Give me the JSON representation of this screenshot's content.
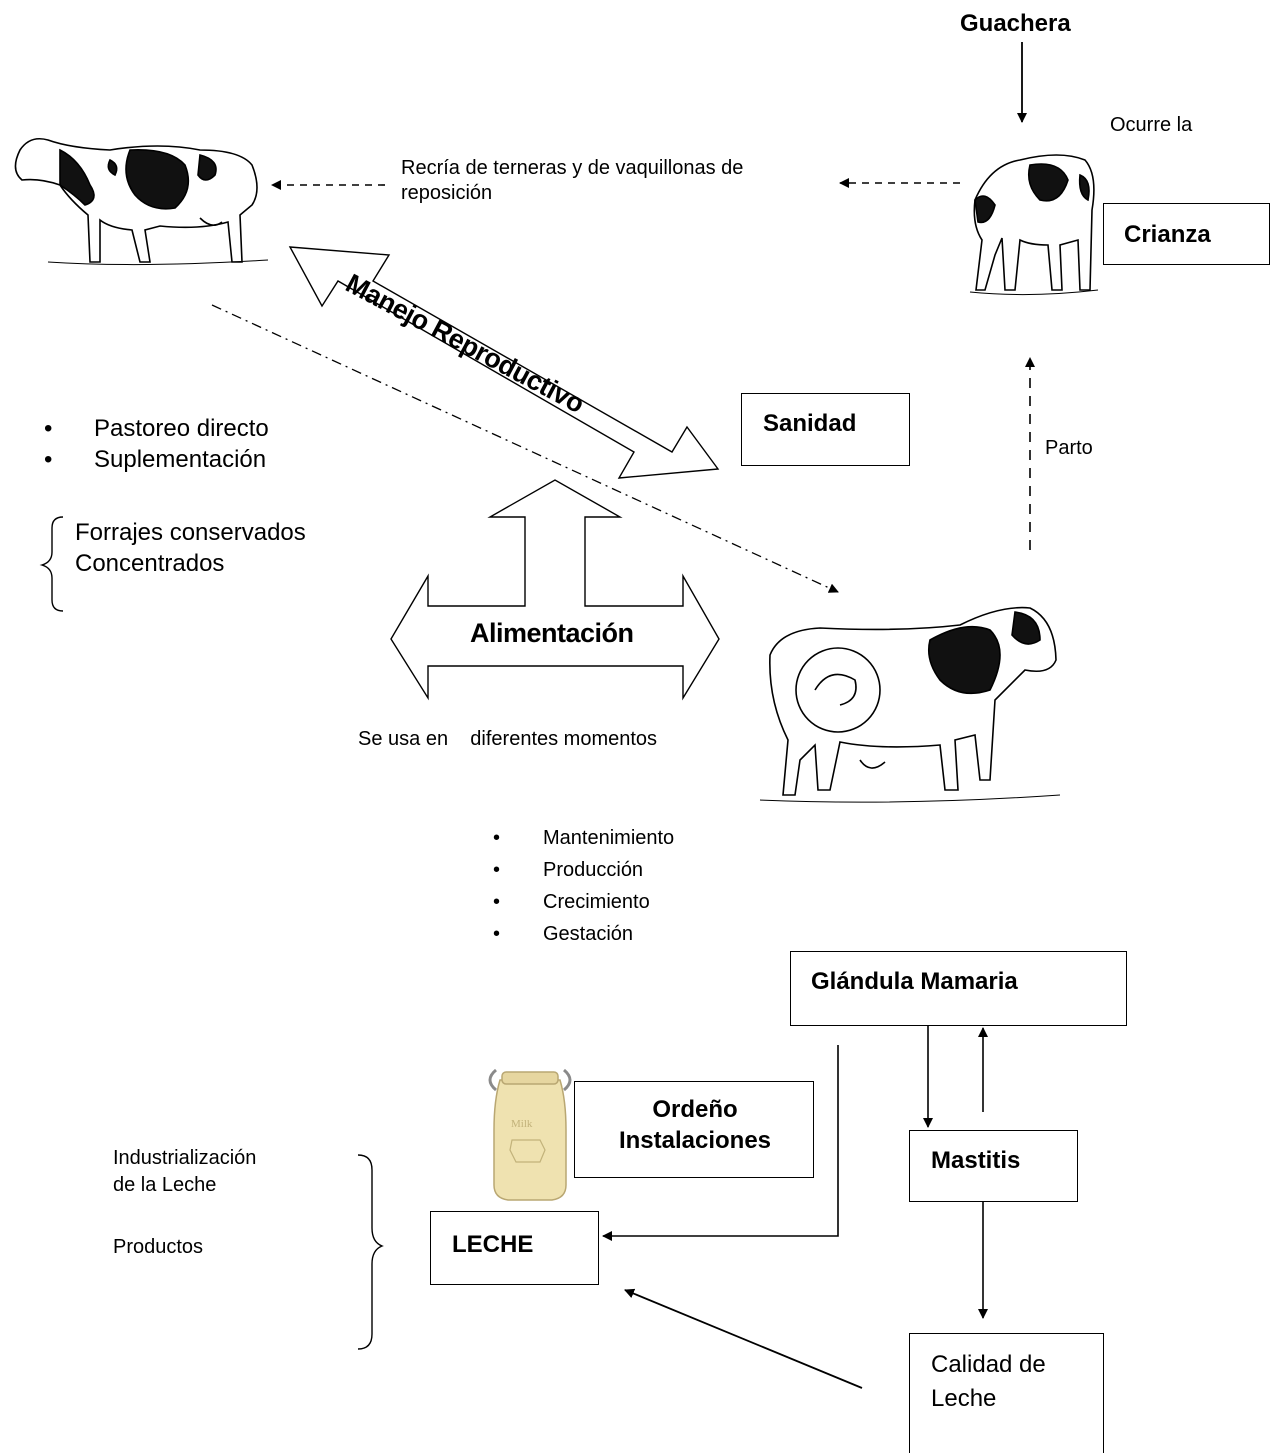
{
  "top_label": "Guachera",
  "occurs_label": "Ocurre la",
  "crianza_label": "Crianza",
  "recria_label_line1": "Recría de terneras y de vaquillonas de",
  "recria_label_line2": "reposición",
  "manejo_label": "Manejo Reproductivo",
  "sanidad_label": "Sanidad",
  "parto_label": "Parto",
  "pastoreo_items": [
    "Pastoreo directo",
    "Suplementación"
  ],
  "suplementacion_types": [
    "Forrajes conservados",
    "Concentrados"
  ],
  "alimentacion_label": "Alimentación",
  "se_usa_label": "Se usa en    diferentes momentos",
  "momentos_items": [
    "Mantenimiento",
    "Producción",
    "Crecimiento",
    "Gestación"
  ],
  "glandula_label": "Glándula Mamaria",
  "mastitis_label": "Mastitis",
  "calidad_label_line1": "Calidad de",
  "calidad_label_line2": "Leche",
  "ordeno_label_line1": "Ordeño",
  "ordeno_label_line2": "Instalaciones",
  "milk_can_text": "Milk",
  "leche_label": "LECHE",
  "industrializacion_line1": "Industrialización",
  "industrializacion_line2": "de la Leche",
  "productos_label": "Productos"
}
